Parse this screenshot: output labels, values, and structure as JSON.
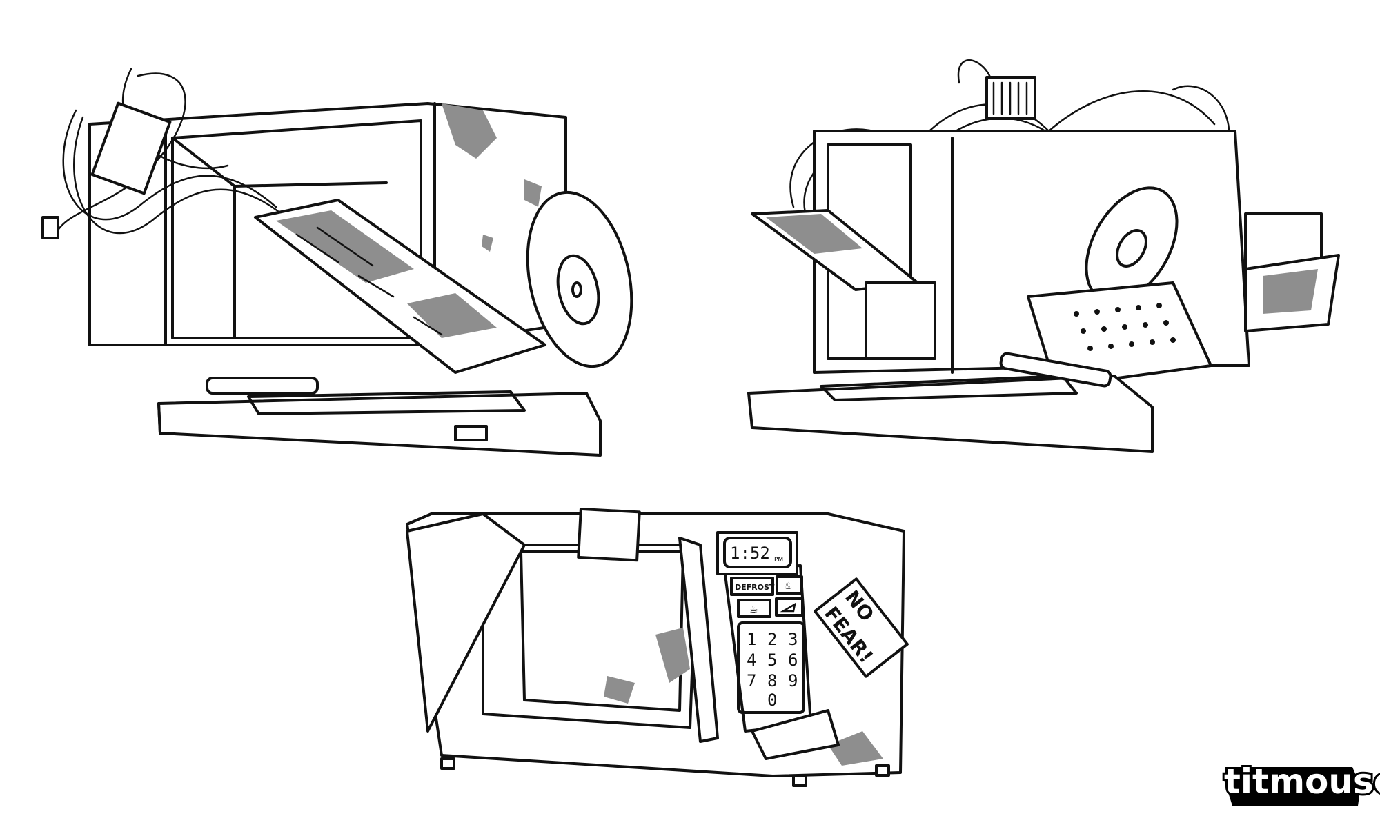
{
  "microwave_3": {
    "clock_display": "1:52",
    "clock_suffix": "PM",
    "buttons": [
      "DEFROST"
    ],
    "keypad": [
      "1",
      "2",
      "3",
      "4",
      "5",
      "6",
      "7",
      "8",
      "9",
      "0"
    ],
    "sticker_line1": "NO",
    "sticker_line2": "FEAR!"
  },
  "logo": {
    "text": "titmouse"
  },
  "colors": {
    "ink": "#111111",
    "tone": "#8e8e8e",
    "paper": "#ffffff"
  }
}
